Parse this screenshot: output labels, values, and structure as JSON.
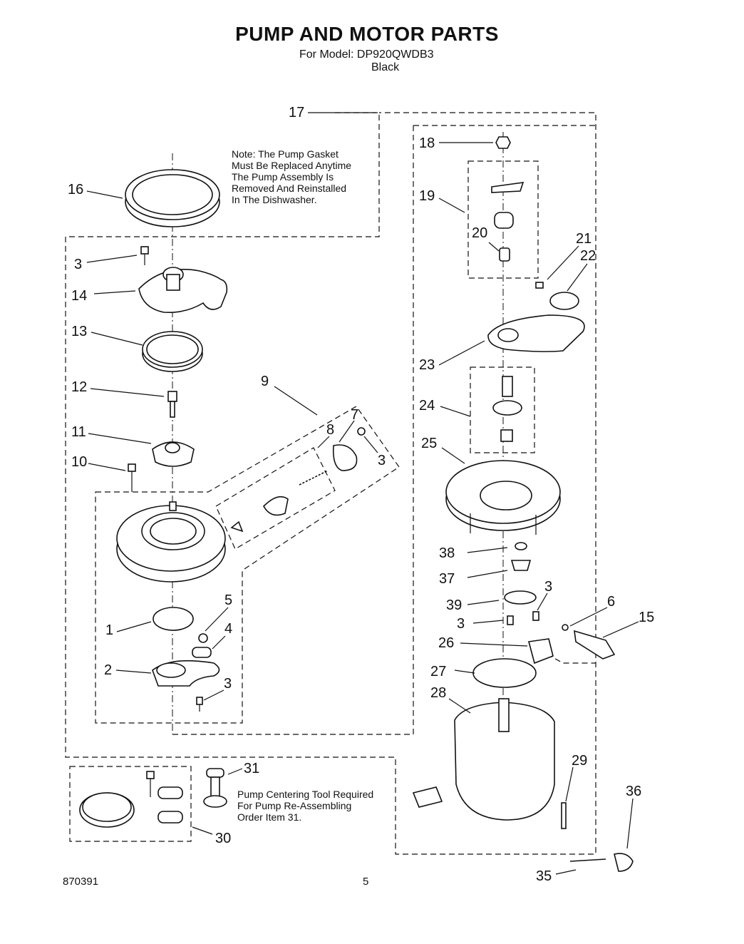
{
  "title": "PUMP AND MOTOR PARTS",
  "model_line": "For Model: DP920QWDB3",
  "color_line": "Black",
  "note_gasket": "Note: The Pump Gasket\nMust Be Replaced Anytime\nThe Pump Assembly Is\nRemoved And Reinstalled\nIn The Dishwasher.",
  "note_tool": "Pump Centering Tool Required\nFor Pump Re-Assembling\nOrder Item 31.",
  "doc_number": "870391",
  "page_number": "5",
  "callouts": [
    "17",
    "16",
    "3",
    "14",
    "13",
    "12",
    "11",
    "10",
    "9",
    "8",
    "7",
    "3",
    "1",
    "2",
    "5",
    "4",
    "3",
    "18",
    "19",
    "20",
    "21",
    "22",
    "23",
    "24",
    "25",
    "38",
    "37",
    "39",
    "3",
    "3",
    "6",
    "15",
    "26",
    "27",
    "28",
    "29",
    "36",
    "35",
    "31",
    "30"
  ]
}
